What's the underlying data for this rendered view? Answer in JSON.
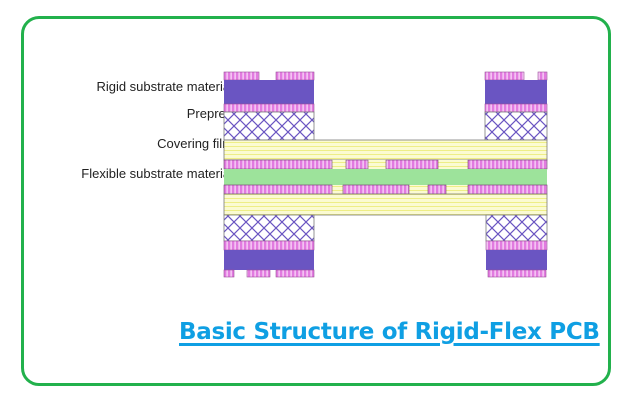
{
  "title": "Basic Structure of Rigid-Flex PCB",
  "labels": [
    {
      "id": "rigid",
      "text": "Rigid substrate material"
    },
    {
      "id": "prepreg",
      "text": "Prepreg"
    },
    {
      "id": "covering",
      "text": "Covering film"
    },
    {
      "id": "flexible",
      "text": "Flexible substrate material"
    }
  ],
  "colors": {
    "frame": "#22b14c",
    "title": "#0f9fe3",
    "rigid_substrate": "#6a55c2",
    "copper": "#e27be0",
    "copper_stripe": "#ffffff",
    "prepreg_hatch": "#6a55c2",
    "covering_film": "#fbfbcf",
    "covering_stripe": "#f0f08a",
    "flexible_substrate": "#9de39b",
    "outline": "#7a7a7a"
  }
}
